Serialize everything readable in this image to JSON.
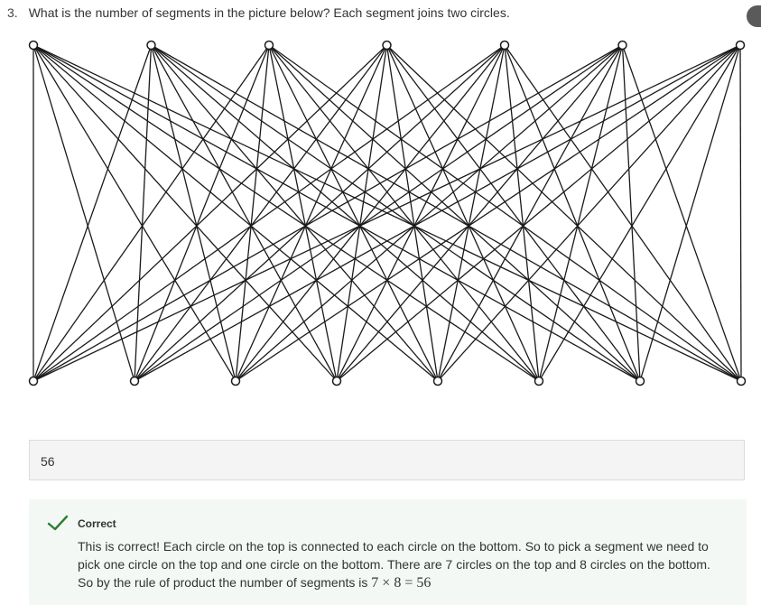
{
  "question": {
    "number": "3.",
    "text": "What is the number of segments in the picture below? Each segment joins two circles."
  },
  "figure": {
    "top_circles": 7,
    "bottom_circles": 8,
    "stroke_color": "#1a1a1a",
    "circle_fill": "#ffffff"
  },
  "answer": {
    "value": "56"
  },
  "feedback": {
    "status": "Correct",
    "icon": "check-icon",
    "accent": "#2e7d32",
    "text": "This is correct! Each circle on the top is connected to each circle on the bottom. So to pick a segment we need to pick one circle on the top and one circle on the bottom. There are 7 circles on the top and 8 circles on the bottom. So by the rule of product the number of segments is ",
    "math": "7 × 8 = 56"
  }
}
